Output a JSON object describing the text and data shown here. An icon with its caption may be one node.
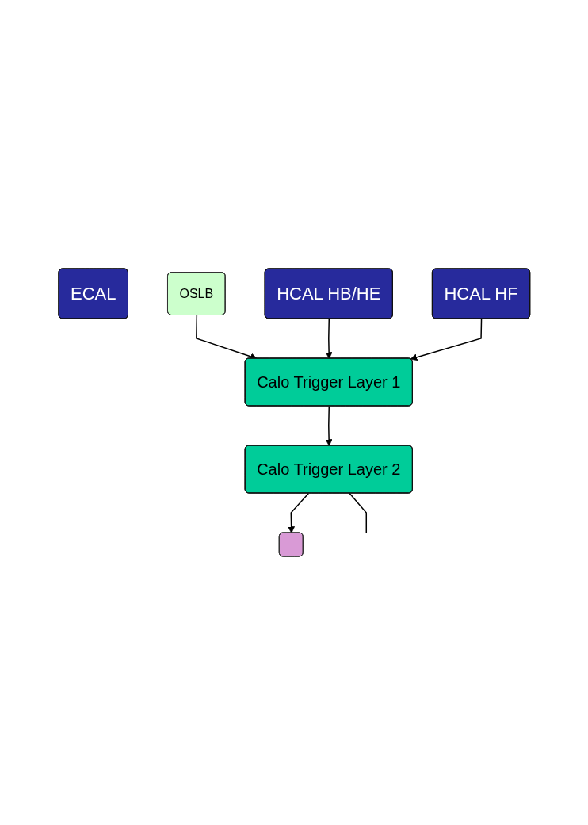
{
  "diagram": {
    "nodes": [
      {
        "text": [
          "ECAL"
        ]
      },
      {
        "text": [
          "OSLB"
        ]
      },
      {
        "text": [
          "HCAL HB/HE"
        ]
      },
      {
        "text": [
          "HCAL HF"
        ]
      },
      {
        "text": [
          "Calo Trigger Layer 1"
        ]
      },
      {
        "text": [
          "Calo Trigger Layer 2"
        ]
      },
      {
        "text": [],
        "shape": "box"
      }
    ],
    "edges": [
      {
        "from": 1,
        "to": 4,
        "arrow": "to"
      },
      {
        "from": 2,
        "to": 4,
        "arrow": "to"
      },
      {
        "from": 3,
        "to": 4,
        "arrow": "to"
      },
      {
        "from": 4,
        "to": 5,
        "arrow": "to"
      },
      {
        "from": 5,
        "to": 6,
        "arrow": "to"
      },
      {
        "from": 5,
        "to": null,
        "arrow": "none"
      }
    ]
  }
}
